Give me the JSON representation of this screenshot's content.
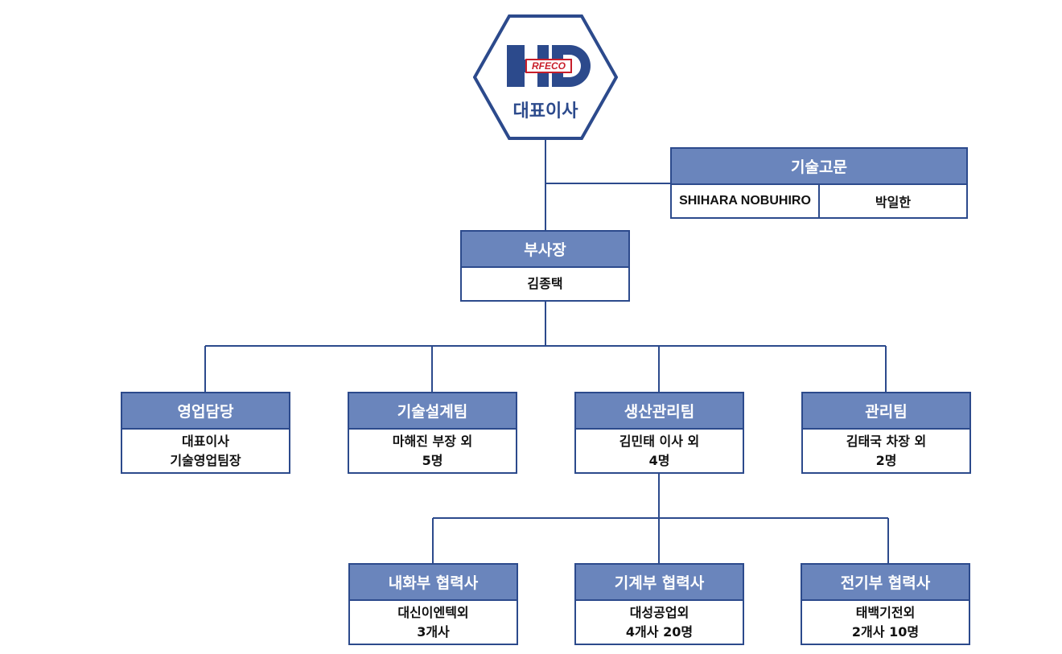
{
  "ceo": {
    "title": "대표이사",
    "logo_text": "RFECO",
    "logo_letters": "HD"
  },
  "advisor": {
    "title": "기술고문",
    "members": [
      "SHIHARA NOBUHIRO",
      "박일한"
    ]
  },
  "vp": {
    "title": "부사장",
    "name": "김종택"
  },
  "teams": [
    {
      "title": "영업담당",
      "line1": "대표이사",
      "line2": "기술영업팀장"
    },
    {
      "title": "기술설계팀",
      "line1": "마해진 부장 외",
      "line2": "5명"
    },
    {
      "title": "생산관리팀",
      "line1": "김민태 이사 외",
      "line2": "4명"
    },
    {
      "title": "관리팀",
      "line1": "김태국 차장 외",
      "line2": "2명"
    }
  ],
  "partners": [
    {
      "title": "내화부 협력사",
      "line1": "대신이엔텍외",
      "line2": "3개사"
    },
    {
      "title": "기계부 협력사",
      "line1": "대성공업외",
      "line2": "4개사 20명"
    },
    {
      "title": "전기부 협력사",
      "line1": "태백기전외",
      "line2": "2개사 10명"
    }
  ],
  "colors": {
    "line": "#2c4a8c",
    "header": "#6a85bc",
    "logo_red": "#c81e2a"
  }
}
